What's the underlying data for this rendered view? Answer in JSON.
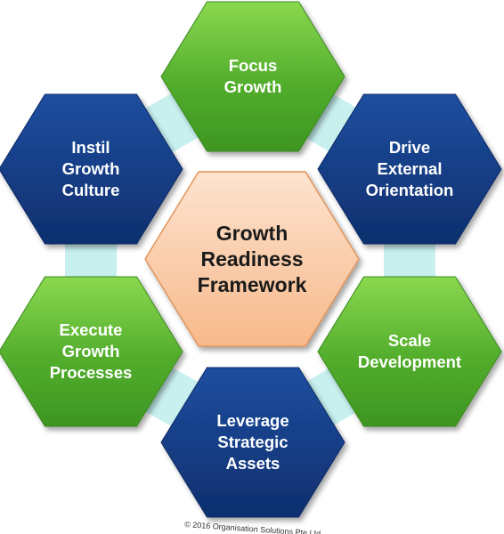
{
  "center": {
    "lines": [
      "Growth",
      "Readiness",
      "Framework"
    ]
  },
  "hexagons": [
    {
      "key": "focus",
      "color": "green",
      "lines": [
        "Focus",
        "Growth"
      ]
    },
    {
      "key": "drive",
      "color": "blue",
      "lines": [
        "Drive",
        "External",
        "Orientation"
      ]
    },
    {
      "key": "scale",
      "color": "green",
      "lines": [
        "Scale",
        "Development"
      ]
    },
    {
      "key": "leverage",
      "color": "blue",
      "lines": [
        "Leverage",
        "Strategic",
        "Assets"
      ]
    },
    {
      "key": "execute",
      "color": "green",
      "lines": [
        "Execute",
        "Growth",
        "Processes"
      ]
    },
    {
      "key": "instil",
      "color": "blue",
      "lines": [
        "Instil",
        "Growth",
        "Culture"
      ]
    }
  ],
  "colors": {
    "green_fill": "#4ca82a",
    "green_light": "#7fd04b",
    "green_stroke": "#3a8a1f",
    "blue_fill": "#1a4592",
    "blue_dark": "#0f2f6e",
    "blue_stroke": "#0c2a66",
    "center_fill": "#fac8a4",
    "center_light": "#fde3cf",
    "center_stroke": "#e0955c",
    "connector": "#c7f0ef"
  },
  "copyright": "© 2016 Organisation Solutions Pte Ltd"
}
